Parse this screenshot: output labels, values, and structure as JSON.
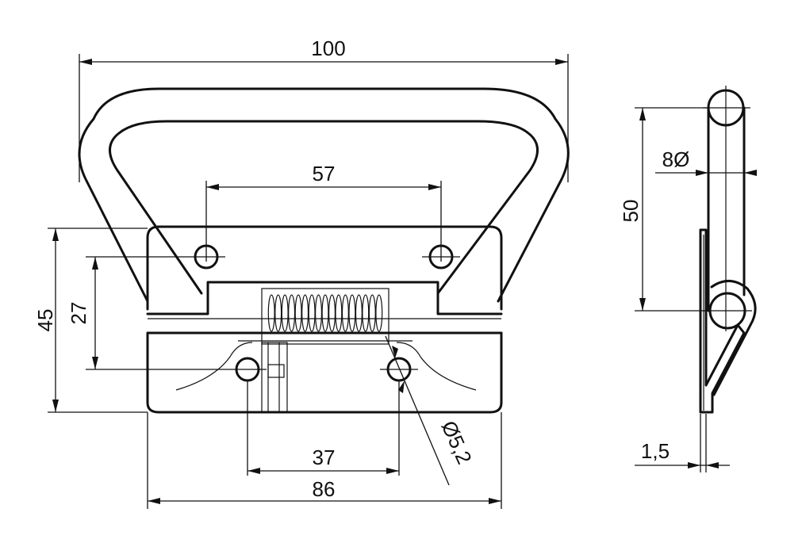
{
  "dimensions": {
    "overall_width": "100",
    "hole_spacing_top": "57",
    "overall_height": "45",
    "hole_offset": "27",
    "hole_spacing_bottom": "37",
    "plate_width": "86",
    "hole_diameter": "Ø5,2",
    "handle_height": "50",
    "rod_diameter": "8Ø",
    "plate_thickness": "1,5"
  }
}
